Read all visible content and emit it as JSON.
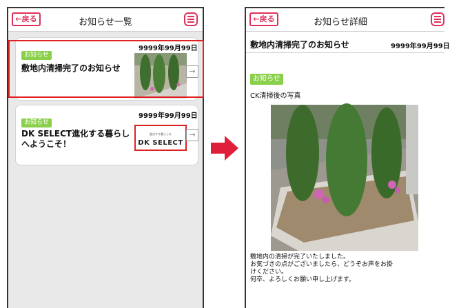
{
  "left_screen": {
    "back_label": "←戻る",
    "title": "お知らせ一覧",
    "cards": [
      {
        "badge": "お知らせ",
        "date": "9999年99月99日",
        "title": "敷地内清掃完了のお知らせ",
        "arrow": "→"
      },
      {
        "badge": "お知らせ",
        "date": "9999年99月99日",
        "title_line1": "DK SELECT進化する暮らし",
        "title_line2": "へようこそ！",
        "arrow": "→",
        "logo_small": "進化する暮らしを",
        "logo_main": "DK SELECT"
      }
    ]
  },
  "right_screen": {
    "back_label": "←戻る",
    "title": "お知らせ詳細",
    "notice_title": "敷地内清掃完了のお知らせ",
    "date": "9999年99月99日",
    "badge": "お知らせ",
    "subtitle": "CK清掃後の写真",
    "body_lines": [
      "敷地内の清掃が完了いたしました。",
      "お気づきの点がございましたら、どうぞお声をお掛",
      "けください。",
      "何卒、よろしくお願い申し上げます。"
    ]
  },
  "colors": {
    "accent": "#e0305a",
    "badge": "#8ad04a",
    "highlight": "#e02020"
  }
}
